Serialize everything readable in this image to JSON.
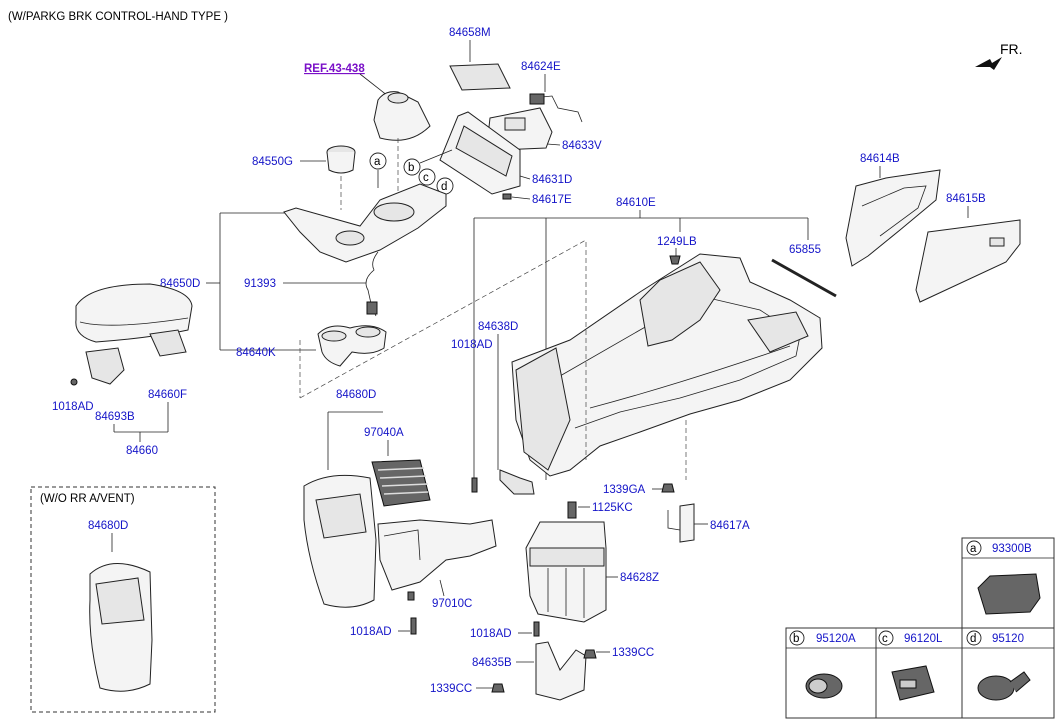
{
  "header_note": "(W/PARKG BRK CONTROL-HAND TYPE )",
  "front_label": "FR.",
  "reference": "REF.43-438",
  "inset_title": "(W/O RR A/VENT)",
  "part_labels": {
    "p84658M": "84658M",
    "p84624E": "84624E",
    "p84633V": "84633V",
    "p84550G": "84550G",
    "p84631D": "84631D",
    "p84617E": "84617E",
    "p84610E": "84610E",
    "p84614B": "84614B",
    "p84615B": "84615B",
    "p1249LB": "1249LB",
    "p65855": "65855",
    "p84650D": "84650D",
    "p91393": "91393",
    "p84640K": "84640K",
    "p84638D": "84638D",
    "p1018AD_a": "1018AD",
    "p1018AD_b": "1018AD",
    "p1018AD_c": "1018AD",
    "p1018AD_d": "1018AD",
    "p84693B": "84693B",
    "p84660F": "84660F",
    "p84660": "84660",
    "p84680D": "84680D",
    "p84680D_inset": "84680D",
    "p97040A": "97040A",
    "p97010C": "97010C",
    "p1339GA": "1339GA",
    "p1125KC": "1125KC",
    "p84617A": "84617A",
    "p84628Z": "84628Z",
    "p84635B": "84635B",
    "p1339CC_a": "1339CC",
    "p1339CC_b": "1339CC"
  },
  "callouts": {
    "a": "a",
    "b": "b",
    "c": "c",
    "d": "d"
  },
  "legend": {
    "a": {
      "letter": "a",
      "part": "93300B"
    },
    "b": {
      "letter": "b",
      "part": "95120A"
    },
    "c": {
      "letter": "c",
      "part": "96120L"
    },
    "d": {
      "letter": "d",
      "part": "95120"
    }
  }
}
